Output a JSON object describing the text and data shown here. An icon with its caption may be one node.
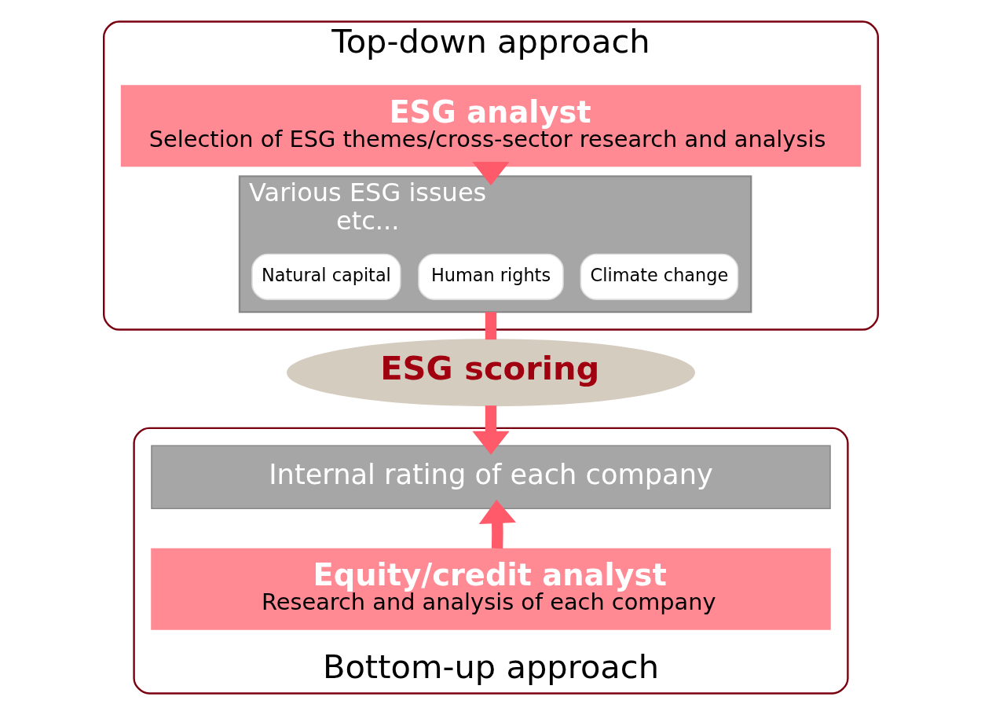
{
  "diagram": {
    "nodes": [
      {
        "text": [
          "Top-down approach"
        ]
      },
      {
        "text": [
          "ESG analyst",
          "Selection of ESG themes/cross-sector research and analysis"
        ],
        "in": 0
      },
      {
        "text": [
          "Various ESG issues",
          "etc..."
        ],
        "in": 0
      },
      {
        "text": [
          "Climate change"
        ],
        "in": 2
      },
      {
        "text": [
          "Human rights"
        ],
        "in": 2
      },
      {
        "text": [
          "Natural capital"
        ],
        "in": 2
      },
      {
        "text": [
          "ESG scoring"
        ]
      },
      {
        "text": [
          "Bottom-up approach"
        ]
      },
      {
        "text": [
          "Internal rating of each company"
        ],
        "in": 7
      },
      {
        "text": [
          "Equity/credit analyst",
          "Research and analysis of each company"
        ],
        "in": 7
      }
    ],
    "edges": [
      {
        "from": 1,
        "to": 2,
        "arrow": "to"
      },
      {
        "from": 2,
        "to": 6,
        "arrow": "none"
      },
      {
        "from": 6,
        "to": 8,
        "arrow": "to"
      },
      {
        "from": 9,
        "to": 8,
        "arrow": "to"
      }
    ]
  }
}
